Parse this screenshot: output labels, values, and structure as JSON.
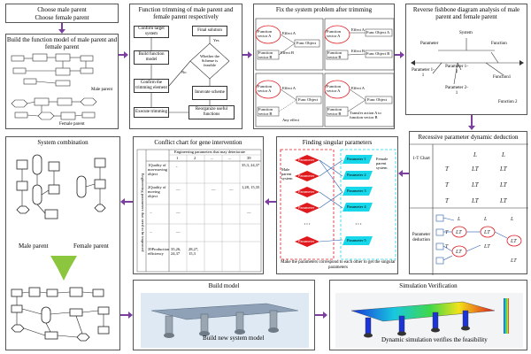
{
  "top": {
    "choose_title_1": "Choose male parent",
    "choose_title_2": "Choose female parent",
    "build_model_title": "Build the function model of male parent and female parent",
    "male_parent": "Male parent",
    "female_parent": "Female parent"
  },
  "trimming": {
    "title": "Function trimming of male parent and female parent respectively",
    "confirm_target": "Confirm target system",
    "build_fn_model": "Build function model",
    "confirm_element": "Confirm the trimming element",
    "execute": "Execute trimming",
    "final_solution": "Final solution",
    "whether_feasible": "Whether the Scheme is feasible",
    "yes": "Yes",
    "no": "No",
    "innovate": "Innovate scheme",
    "reorganize": "Reorganize useful functions"
  },
  "fix": {
    "title": "Fix the system problem after trimming",
    "function_vector_a": "Function vector A",
    "function_vector_b": "Function vector B",
    "effect_a": "Effect A",
    "effect_b": "Effect B",
    "func_object": "Func Object",
    "func_object_a": "Func Object A",
    "func_object_b": "Func Object B",
    "any_effect": "Any effect",
    "transfer": "Transfer action A to function vector B"
  },
  "fishbone": {
    "title": "Reverse fishbone diagram analysis of male parent and female parent",
    "system": "System",
    "parameter": "Parameter",
    "function": "Function",
    "p11": "Parameter 1-1",
    "p12": "Parameter 1-2",
    "p21": "Parameter 2-1",
    "f1": "Function1",
    "f2": "Function 2"
  },
  "recessive": {
    "title": "Recessive parameter dynamic deduction",
    "chart_label": "1-T Chart",
    "deduction_label": "Parameter deduction"
  },
  "singular": {
    "title": "Finding singular parameters",
    "male_system": "Male parent system",
    "female_system": "Female parent system",
    "parameter": "Parameter",
    "p1": "Parameter 1",
    "p2": "Parameter 2",
    "p3": "Parameter 3",
    "p4": "Parameter 4",
    "p5": "Parameter 5",
    "dots": "···",
    "caption": "Make the parameters correspond to each other to get the singular parameters"
  },
  "conflict": {
    "title": "Conflict chart for gene intervention",
    "header": "Engineering parameters that may deteriorate",
    "col_nums": [
      "1",
      "2",
      "...",
      "...",
      "39"
    ],
    "side_label": "Engineering parameters that need to be improved",
    "rows": [
      {
        "name": "1Quality of non-moving object",
        "cells": [
          "-",
          "",
          "",
          "",
          "35,3, 24,37"
        ]
      },
      {
        "name": "2Quality of moving object",
        "cells": [
          "—",
          "",
          "—",
          "—",
          "1,28, 15,35"
        ]
      },
      {
        "name": "...",
        "cells": [
          "—",
          "",
          "",
          "",
          "—"
        ]
      },
      {
        "name": "...",
        "cells": [
          "—",
          "",
          "",
          "",
          ""
        ]
      },
      {
        "name": "39Production efficiency",
        "cells": [
          "35,26, 24,37",
          "28,27, 15,3",
          "",
          "",
          ""
        ]
      }
    ]
  },
  "combination": {
    "title": "System combination",
    "male_parent": "Male parent",
    "female_parent": "Female parent"
  },
  "build_model": {
    "title": "Build model",
    "caption": "Build new system model"
  },
  "simulation": {
    "title": "Simulation Verification",
    "caption": "Dynamic simulation verifies the feasibility"
  },
  "colors": {
    "arrow": "#7b3fa0",
    "red": "#e0191e",
    "cyan": "#17d7ea",
    "green": "#8cc63f"
  }
}
